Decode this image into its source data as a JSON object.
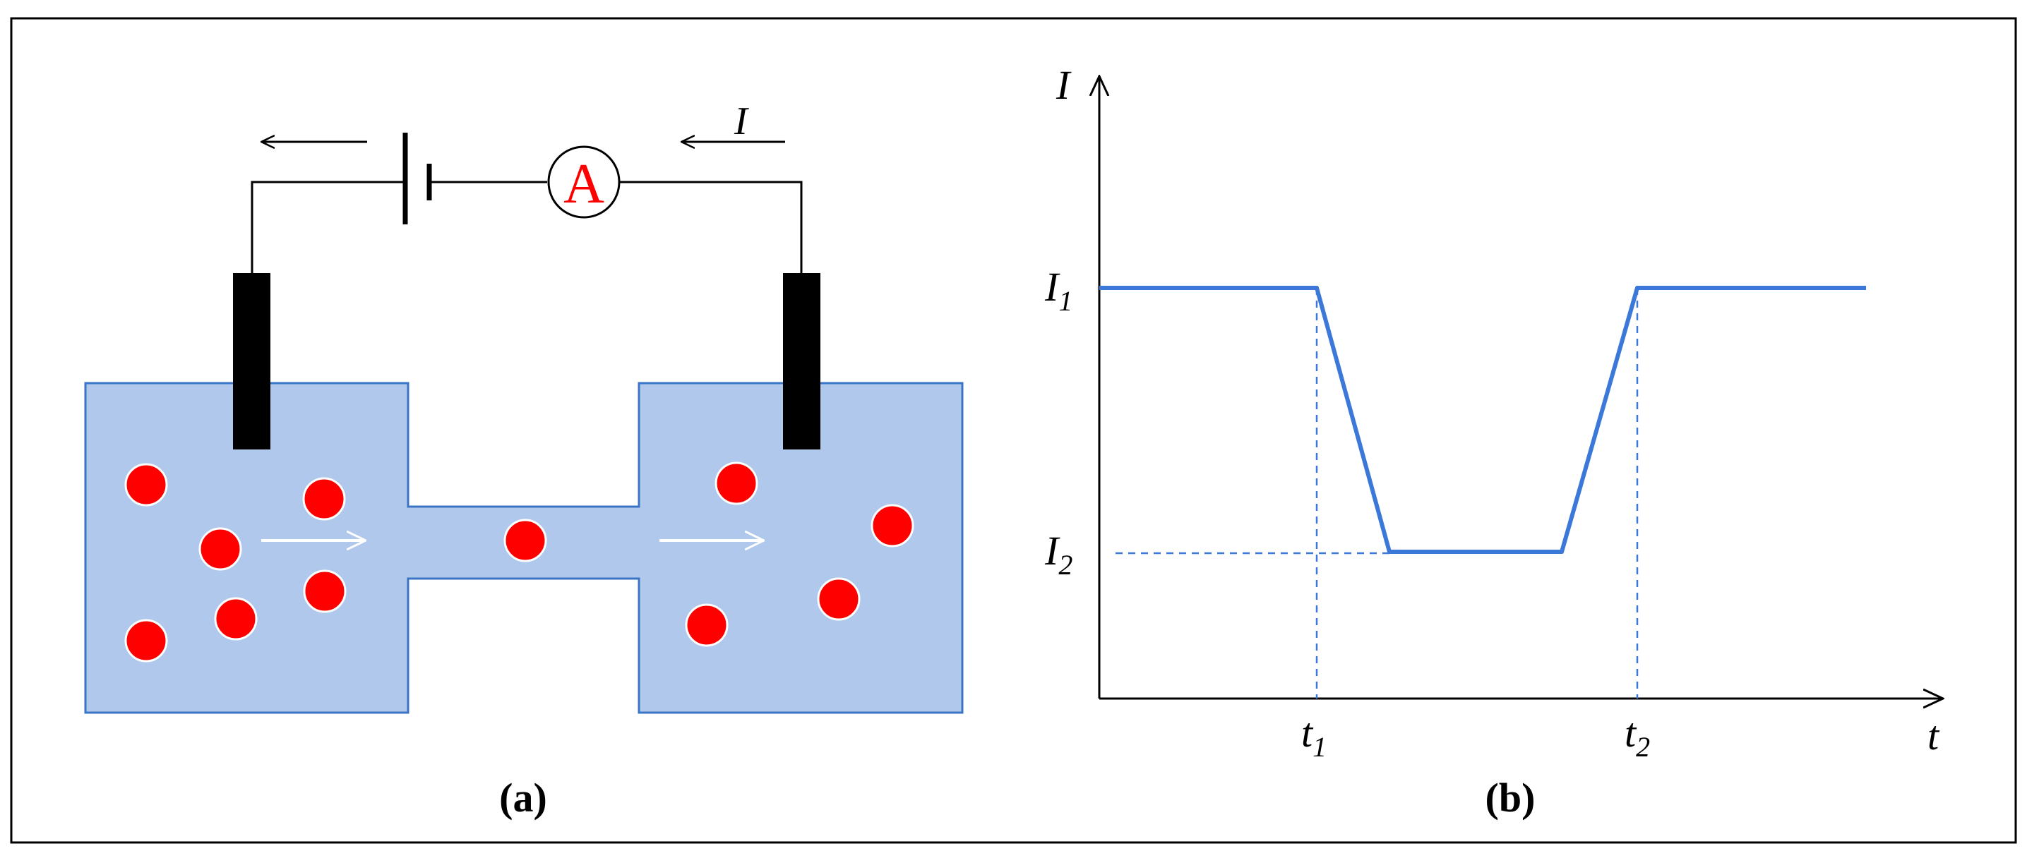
{
  "panel_a": {
    "caption": "(a)",
    "ammeter_label": "A",
    "current_label": "I",
    "colors": {
      "fluid": "#b0c8ec",
      "fluid_border": "#3b74c4",
      "particle": "#ff0000",
      "electrode": "#000000",
      "wire": "#000000",
      "flow_arrow": "#ffffff"
    }
  },
  "panel_b": {
    "caption": "(b)",
    "y_axis_label": "I",
    "x_axis_label": "t",
    "y_levels": [
      {
        "main": "I",
        "sub": "1"
      },
      {
        "main": "I",
        "sub": "2"
      }
    ],
    "x_marks": [
      {
        "main": "t",
        "sub": "1"
      },
      {
        "main": "t",
        "sub": "2"
      }
    ],
    "colors": {
      "trace": "#3b78d8",
      "guide": "#3b78d8",
      "axis": "#000000"
    }
  }
}
